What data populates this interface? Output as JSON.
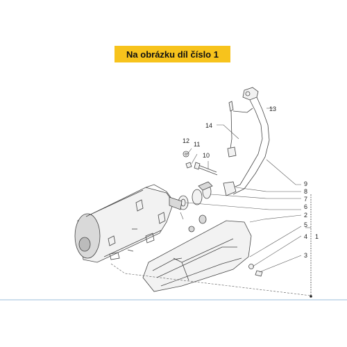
{
  "banner": {
    "text": "Na obrázku díl číslo 1",
    "color": "#f7c31c"
  },
  "colors": {
    "line": "#444444",
    "part_fill": "#f2f2f2",
    "shade": "#d9d9d9",
    "frame": "#7aa6cf"
  },
  "callouts": {
    "p1": "1",
    "p2": "2",
    "p3": "3",
    "p4": "4",
    "p5": "5",
    "p6": "6",
    "p7": "7",
    "p8": "8",
    "p9": "9",
    "p10": "10",
    "p11": "11",
    "p12": "12",
    "p13": "13",
    "p14": "14"
  }
}
